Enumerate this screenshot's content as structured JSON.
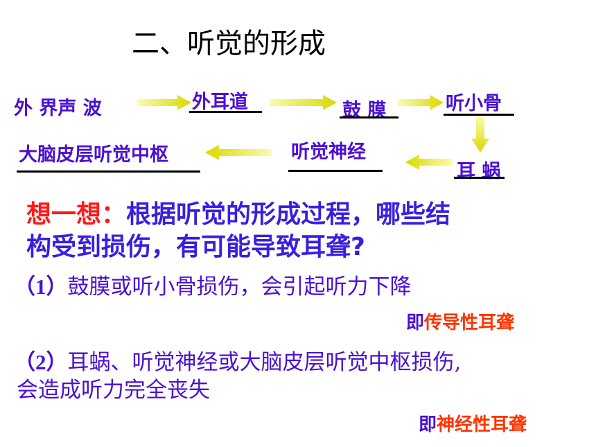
{
  "title": "二、听觉的形成",
  "flow": {
    "outer_sound": "外 界声 波",
    "ear_canal": "外耳道",
    "eardrum": "鼓 膜",
    "ossicles": "听小骨",
    "cochlea": "耳 蜗",
    "auditory_nerve": "听觉神经",
    "cortex": "大脑皮层听觉中枢"
  },
  "question": {
    "label": "想一想：",
    "text_line1": "根据听觉的形成过程，哪些结",
    "text_line2": "构受到损伤，有可能导致耳聋?"
  },
  "answers": {
    "a1_num": "（1）",
    "a1_text": "鼓膜或听小骨损伤，会引起听力下降",
    "a1_type_prefix": "即",
    "a1_type": "传导性耳聋",
    "a2_num": "（2）",
    "a2_text_line1": "耳蜗、听觉神经或大脑皮层听觉中枢损伤,",
    "a2_text_line2": "会造成听力完全丧失",
    "a2_type_prefix": "即",
    "a2_type": "神经性耳聋"
  },
  "colors": {
    "flow_text": "#4b0fd4",
    "question_blue": "#3a1ee0",
    "question_red": "#ff1a1a",
    "deafness_red": "#ff3300",
    "arrow_yellow": "#e8e800"
  }
}
